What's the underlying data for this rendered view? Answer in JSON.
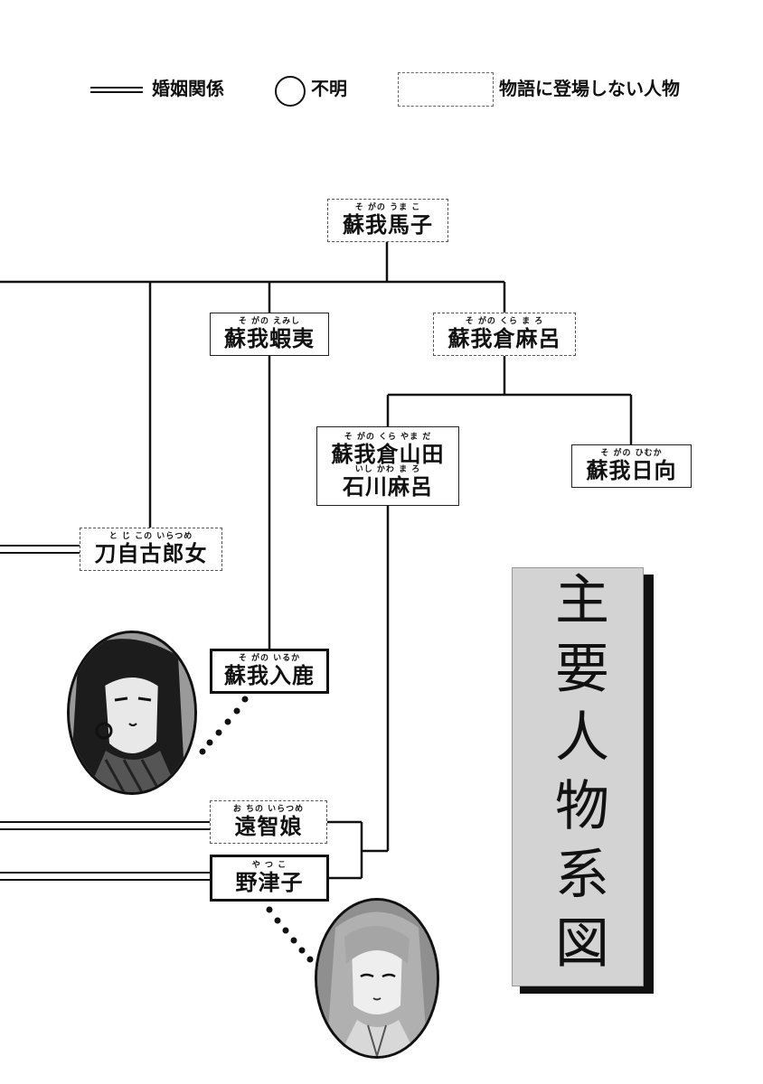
{
  "legend": {
    "marriage": "婚姻関係",
    "unknown": "不明",
    "not_in_story": "物語に登場しない人物"
  },
  "title": "主要人物系図",
  "people": {
    "umako": {
      "ruby": "そ がの うま こ",
      "name": "蘇我馬子"
    },
    "emishi": {
      "ruby": "そ がの えみし",
      "name": "蘇我蝦夷"
    },
    "kuramaro": {
      "ruby": "そ がの くら ま ろ",
      "name": "蘇我倉麻呂"
    },
    "yamada": {
      "ruby": "そ がの くら やま だ",
      "name": "蘇我倉山田",
      "ruby2": "いし かわ ま ろ",
      "name2": "石川麻呂"
    },
    "himuka": {
      "ruby": "そ がの ひむか",
      "name": "蘇我日向"
    },
    "tojiko": {
      "ruby": "と じ この いらつめ",
      "name": "刀自古郎女"
    },
    "iruka": {
      "ruby": "そ がの いるか",
      "name": "蘇我入鹿"
    },
    "ochi": {
      "ruby": "お ちの いらつめ",
      "name": "遠智娘"
    },
    "notsuko": {
      "ruby": "や つ こ",
      "name": "野津子"
    }
  },
  "colors": {
    "title_bg": "#d3d3d3",
    "line": "#111111"
  },
  "icons": {
    "portrait_iruka": "man-portrait-icon",
    "portrait_notsuko": "woman-portrait-icon"
  }
}
